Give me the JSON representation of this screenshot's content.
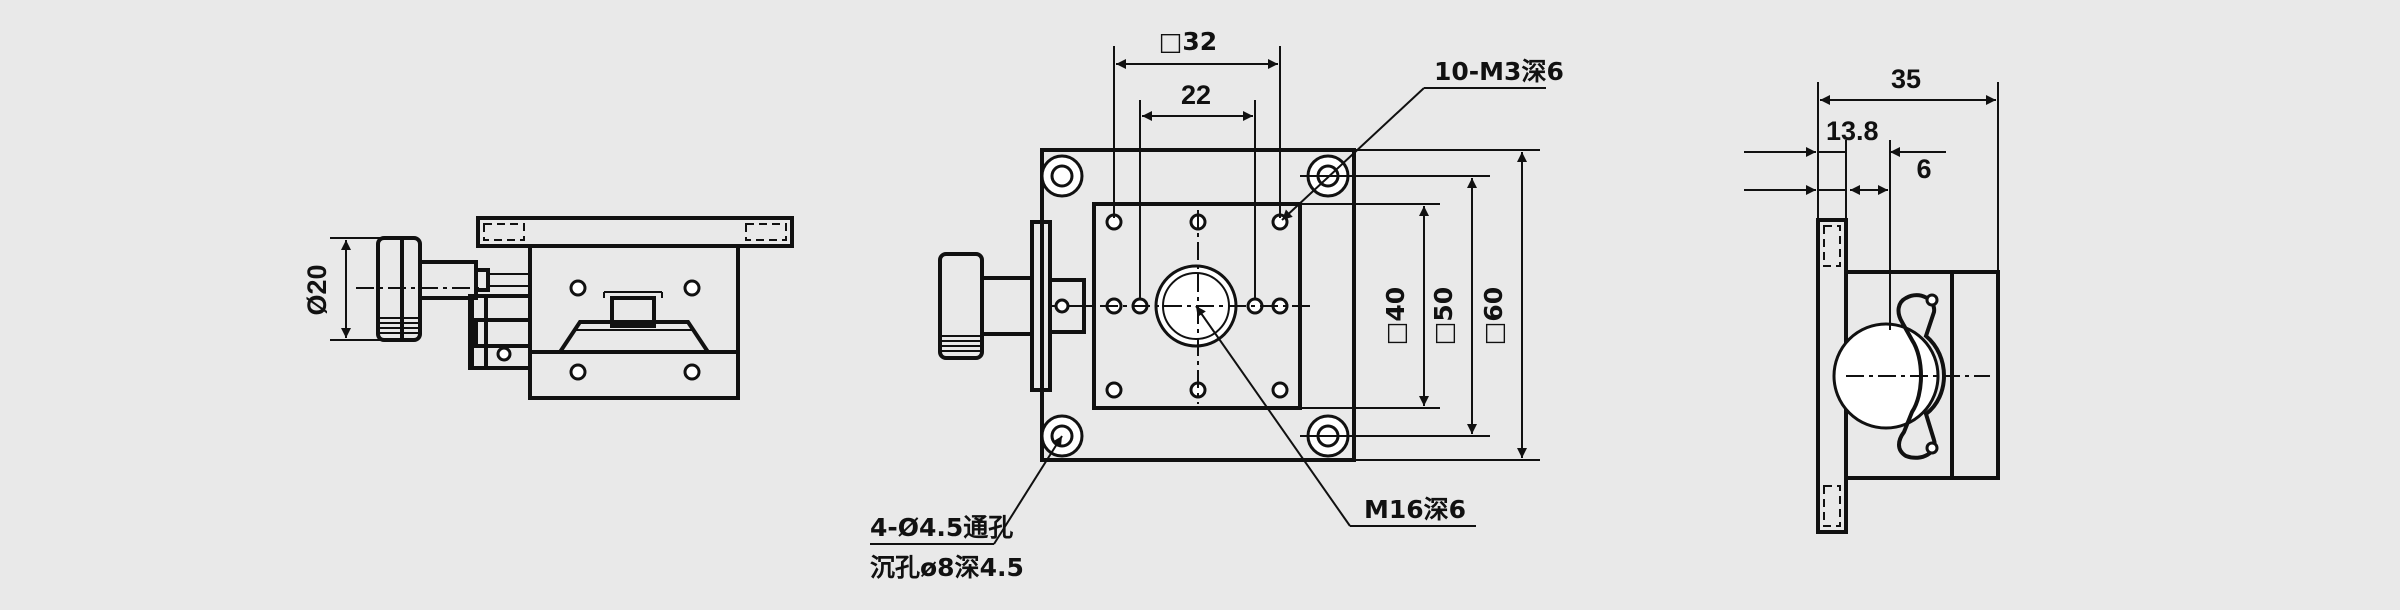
{
  "colors": {
    "background": "#e9e9e9",
    "line": "#111111"
  },
  "side_view": {
    "dia_label": "Ø20"
  },
  "top_view": {
    "dim_outer": "□32",
    "dim_inner": "22",
    "dim_40": "□40",
    "dim_50": "□50",
    "dim_60": "□60",
    "callout_tapped": "10-M3深6",
    "callout_center": "M16深6",
    "callout_mount_line1": "4-Ø4.5通孔",
    "callout_mount_line2": "沉孔ø8深4.5"
  },
  "end_view": {
    "dim_35": "35",
    "dim_13_8": "13.8",
    "dim_6": "6"
  }
}
